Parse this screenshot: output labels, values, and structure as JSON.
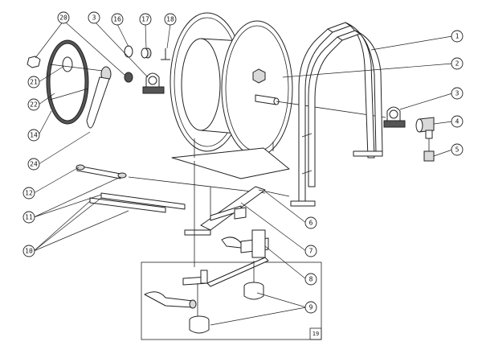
{
  "balloons": {
    "b1": "1",
    "b2": "2",
    "b3a": "3",
    "b3b": "3",
    "b4": "4",
    "b5": "5",
    "b6": "6",
    "b7": "7",
    "b8": "8",
    "b9": "9",
    "b10": "10",
    "b11": "11",
    "b12": "12",
    "b14": "14",
    "b16": "16",
    "b17": "17",
    "b18": "18",
    "b20": "20",
    "b21": "21",
    "b22": "22",
    "b24": "24"
  },
  "frame": {
    "label": "19"
  }
}
